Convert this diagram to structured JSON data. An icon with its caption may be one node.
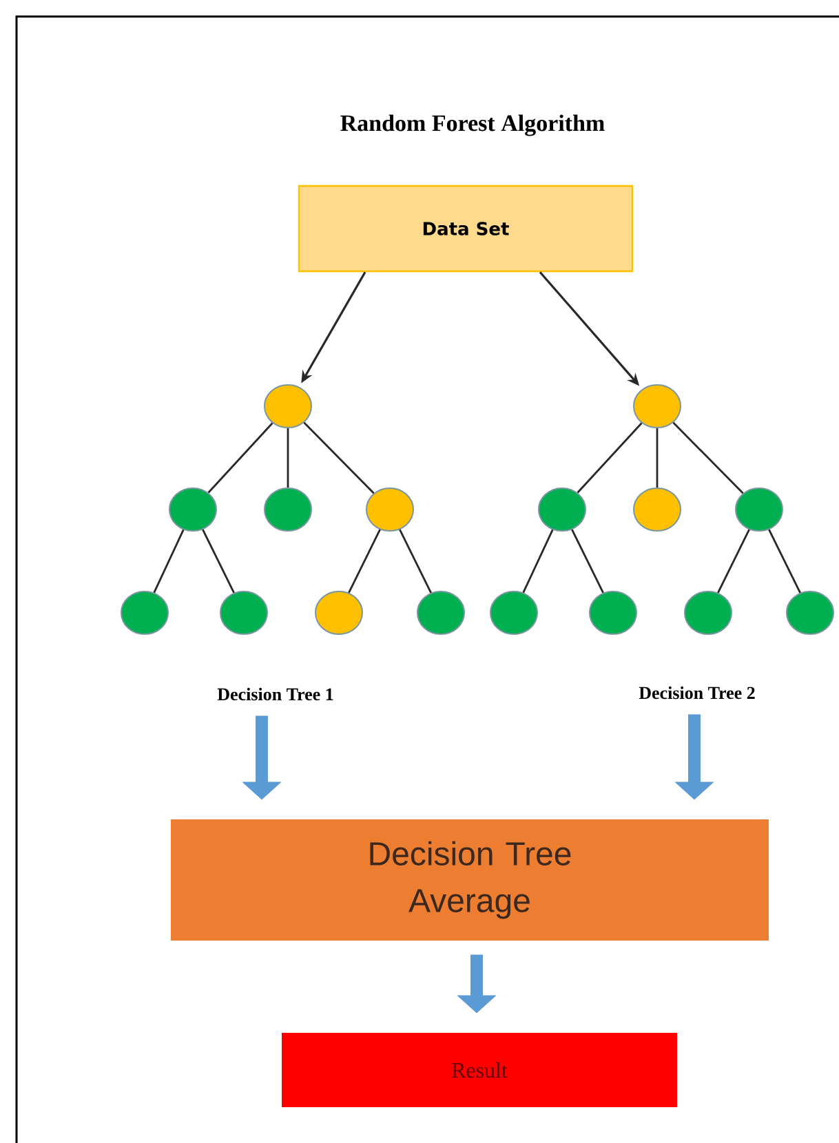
{
  "diagram": {
    "title": "Random Forest Algorithm",
    "nodes": [
      {
        "text": [
          "Data Set"
        ]
      },
      {
        "text": [],
        "shape": "circle"
      },
      {
        "text": [],
        "shape": "circle"
      },
      {
        "text": [],
        "shape": "circle"
      },
      {
        "text": [],
        "shape": "circle"
      },
      {
        "text": [],
        "shape": "circle"
      },
      {
        "text": [],
        "shape": "circle"
      },
      {
        "text": [],
        "shape": "circle"
      },
      {
        "text": [],
        "shape": "circle"
      },
      {
        "text": [],
        "shape": "circle"
      },
      {
        "text": [],
        "shape": "circle"
      },
      {
        "text": [],
        "shape": "circle"
      },
      {
        "text": [],
        "shape": "circle"
      },
      {
        "text": [],
        "shape": "circle"
      },
      {
        "text": [],
        "shape": "circle"
      },
      {
        "text": [],
        "shape": "circle"
      },
      {
        "text": [],
        "shape": "circle"
      },
      {
        "text": [
          "Decision Tree 1"
        ]
      },
      {
        "text": [
          "Decision Tree 2"
        ]
      },
      {
        "text": [
          "Decision Tree Average"
        ]
      },
      {
        "text": [
          "Result"
        ]
      }
    ],
    "edges": [
      {
        "from": 0,
        "to": 1,
        "arrow": "to"
      },
      {
        "from": 0,
        "to": 9,
        "arrow": "to"
      },
      {
        "from": 1,
        "to": 2,
        "arrow": "none"
      },
      {
        "from": 1,
        "to": 3,
        "arrow": "none"
      },
      {
        "from": 1,
        "to": 4,
        "arrow": "none"
      },
      {
        "from": 2,
        "to": 5,
        "arrow": "none"
      },
      {
        "from": 2,
        "to": 6,
        "arrow": "none"
      },
      {
        "from": 4,
        "to": 7,
        "arrow": "none"
      },
      {
        "from": 4,
        "to": 8,
        "arrow": "none"
      },
      {
        "from": 9,
        "to": 10,
        "arrow": "none"
      },
      {
        "from": 9,
        "to": 11,
        "arrow": "none"
      },
      {
        "from": 9,
        "to": 12,
        "arrow": "none"
      },
      {
        "from": 10,
        "to": 13,
        "arrow": "none"
      },
      {
        "from": 10,
        "to": 14,
        "arrow": "none"
      },
      {
        "from": 12,
        "to": 15,
        "arrow": "none"
      },
      {
        "from": 12,
        "to": 16,
        "arrow": "none"
      },
      {
        "from": 17,
        "to": 19,
        "arrow": "to",
        "style": "thick",
        "color": "#5b9bd5"
      },
      {
        "from": 18,
        "to": 19,
        "arrow": "to",
        "style": "thick",
        "color": "#5b9bd5"
      },
      {
        "from": 19,
        "to": 20,
        "arrow": "to",
        "style": "thick",
        "color": "#5b9bd5"
      }
    ]
  }
}
